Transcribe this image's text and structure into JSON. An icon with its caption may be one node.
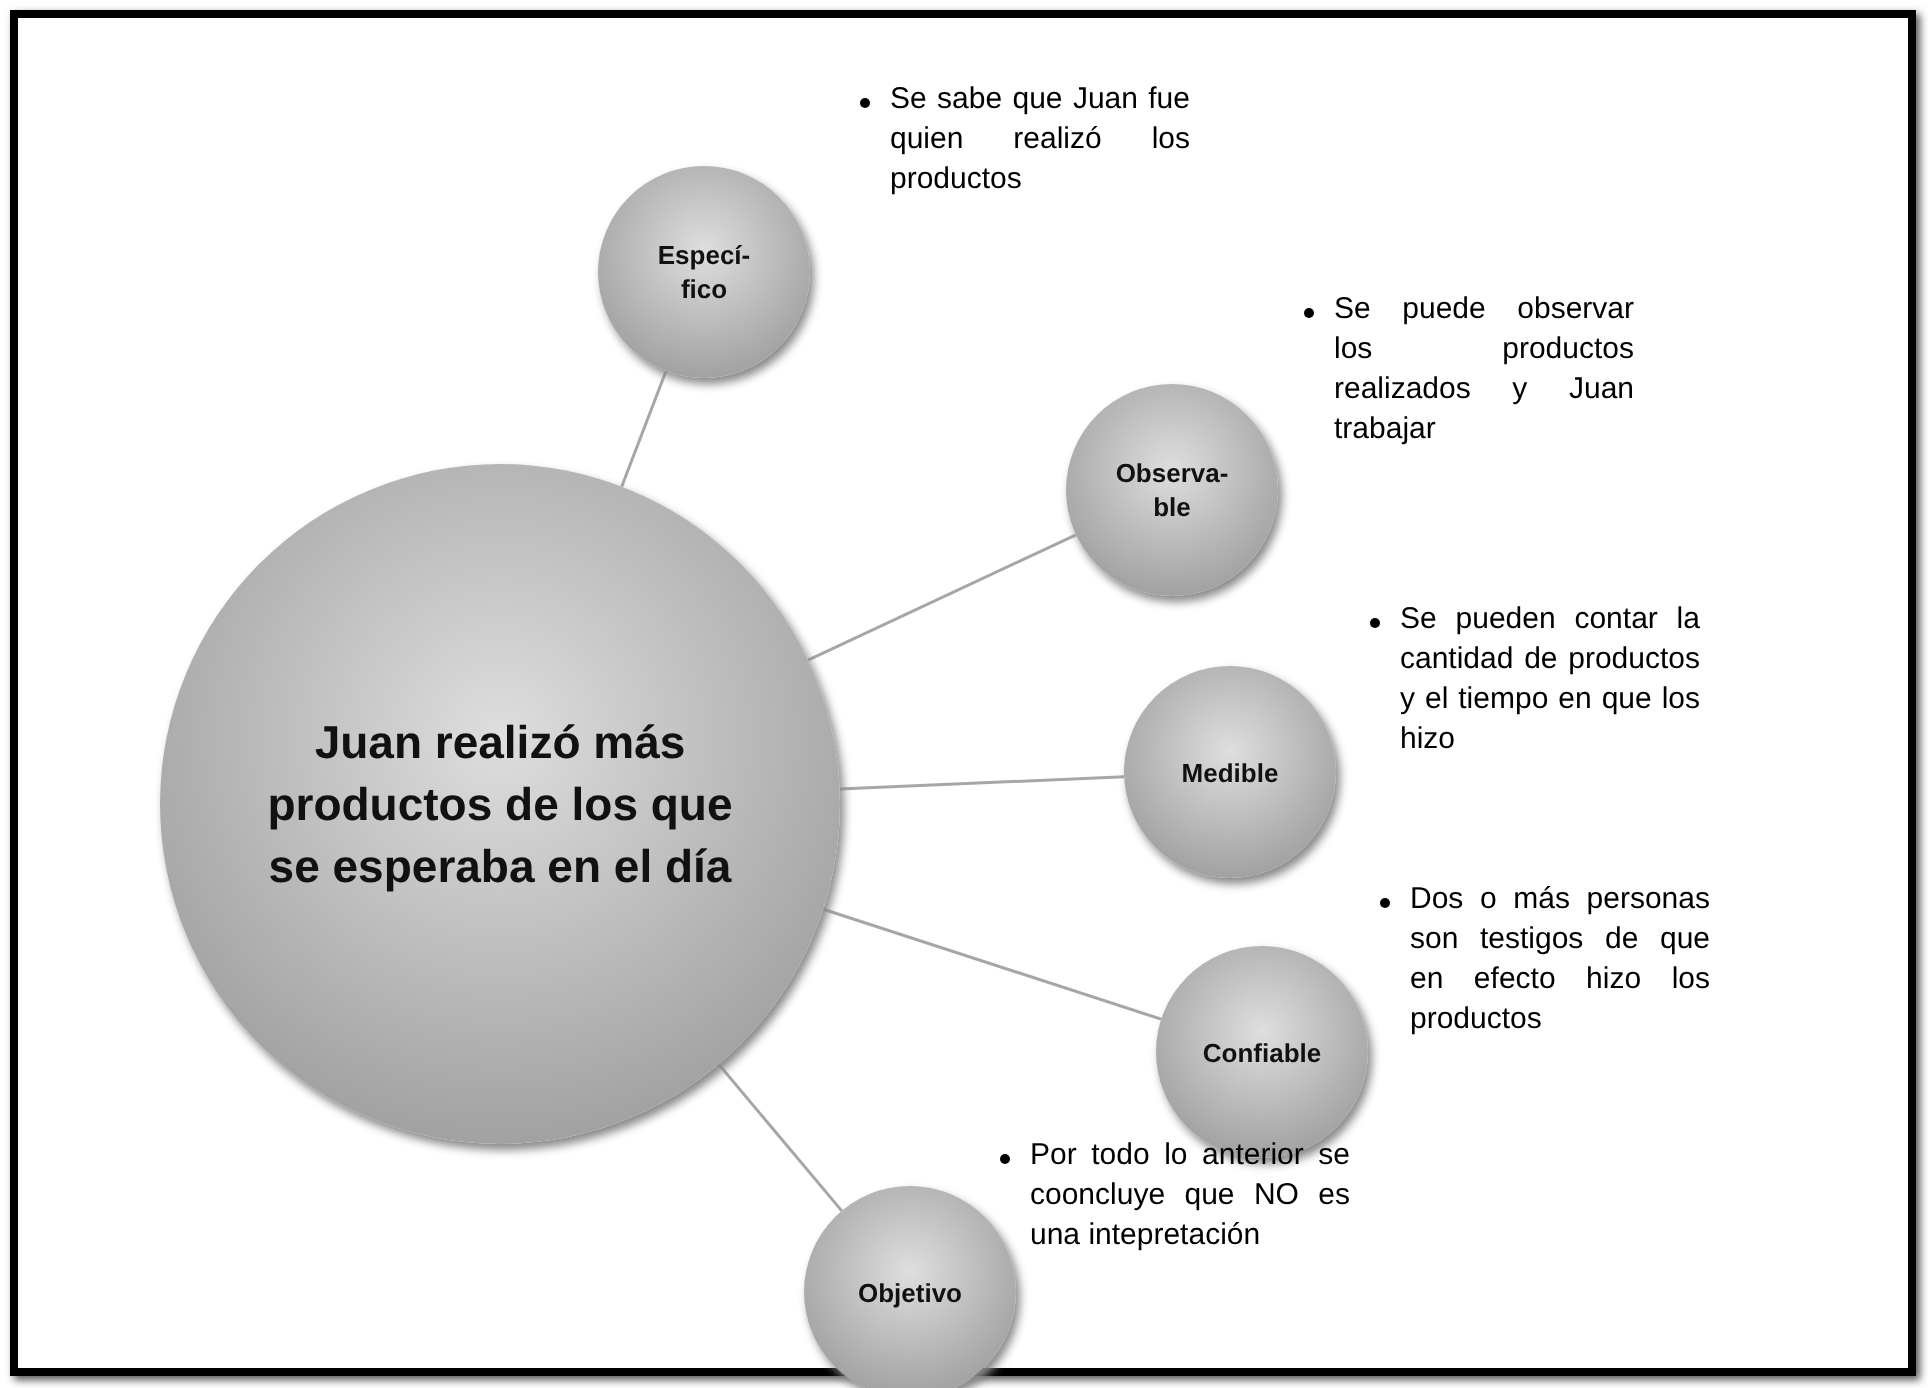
{
  "diagram": {
    "nodes": [
      {
        "text": [
          "Juan realizó más productos de los que se esperaba en el día"
        ]
      },
      {
        "text": [
          "Especí- fico"
        ],
        "beside": [
          "Se sabe que Juan fue quien realizó los productos"
        ]
      },
      {
        "text": [
          "Observa- ble"
        ],
        "beside": [
          "Se puede observar los productos realizados y Juan trabajar"
        ]
      },
      {
        "text": [
          "Medible"
        ],
        "beside": [
          "Se pueden contar la cantidad de productos y el tiempo en que los hizo"
        ]
      },
      {
        "text": [
          "Confiable"
        ],
        "beside": [
          "Dos o más personas son testigos de que en efecto hizo los productos"
        ]
      },
      {
        "text": [
          "Objetivo"
        ],
        "beside": [
          "Por todo lo anterior se cooncluye que NO es una intepretación"
        ]
      }
    ],
    "edges": [
      {
        "from": 0,
        "to": 1,
        "arrow": "none"
      },
      {
        "from": 0,
        "to": 2,
        "arrow": "none"
      },
      {
        "from": 0,
        "to": 3,
        "arrow": "none"
      },
      {
        "from": 0,
        "to": 4,
        "arrow": "none"
      },
      {
        "from": 0,
        "to": 5,
        "arrow": "none"
      }
    ]
  }
}
